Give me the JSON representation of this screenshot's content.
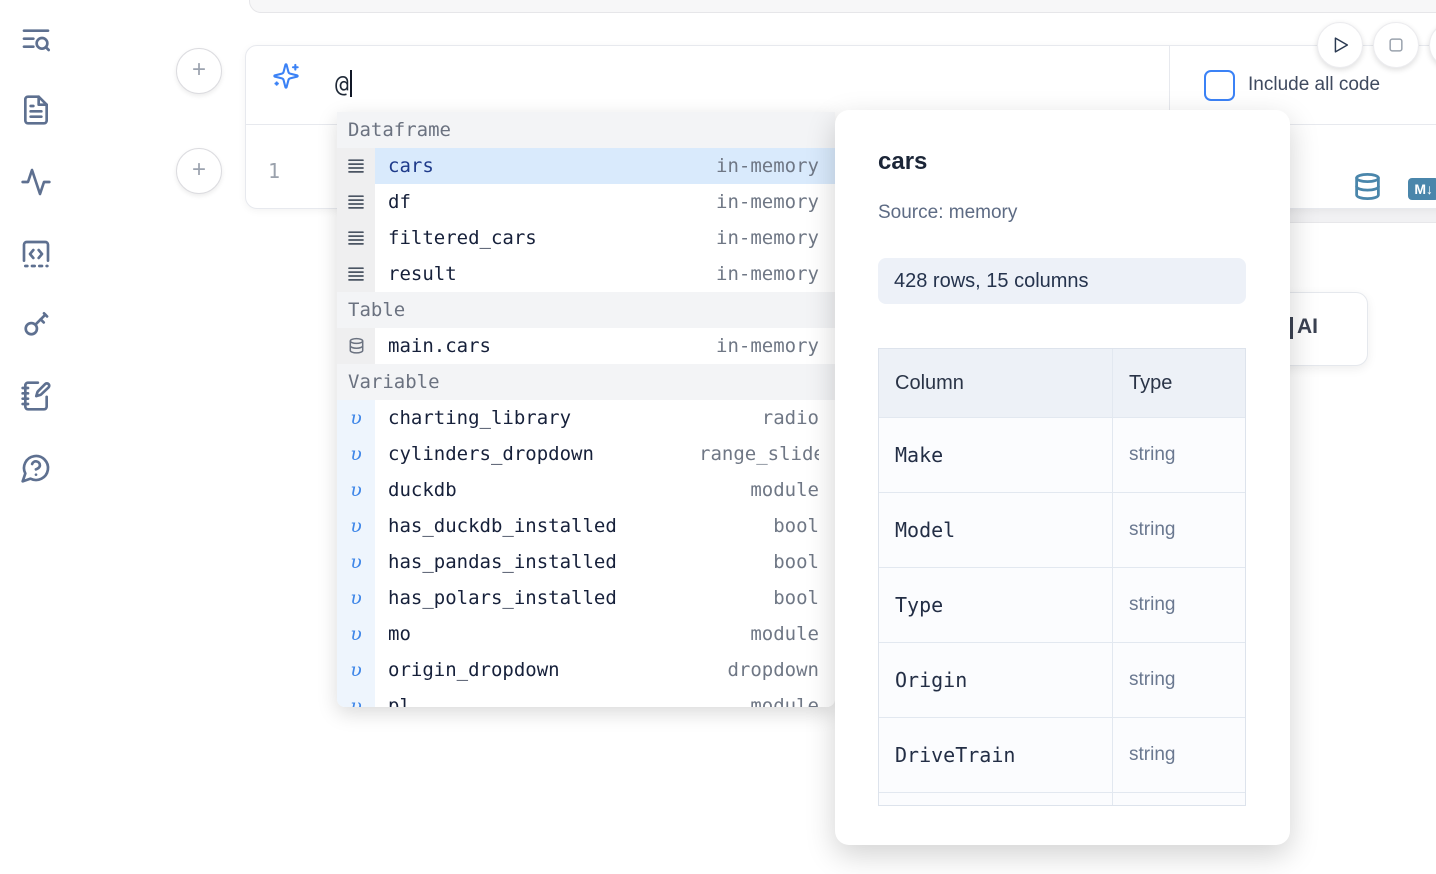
{
  "colors": {
    "accent": "#3b82f6",
    "steel_blue": "#4a86ab",
    "selected_row_bg": "#d9eafc",
    "selected_row_text": "#1e3a8a"
  },
  "sidebar": {
    "icons": [
      "list-search-icon",
      "file-text-icon",
      "activity-icon",
      "code-square-icon",
      "key-icon",
      "notebook-pen-icon",
      "help-circle-icon"
    ]
  },
  "run_controls": {
    "play_icon": "play-icon",
    "stop_icon": "stop-icon"
  },
  "ai_prompt": {
    "value": "@",
    "include_all_code_label": "Include all code",
    "checkbox_checked": false,
    "sparkles_icon": "sparkles-icon"
  },
  "editor_cell": {
    "line_number": "1",
    "markdown_badge": "M↓",
    "action_icons": [
      "database-icon",
      "markdown-icon"
    ]
  },
  "add_cell_buttons": {
    "top": "+",
    "bottom": "+"
  },
  "ai_card": {
    "label": "AI"
  },
  "autocomplete": {
    "sections": [
      {
        "label": "Dataframe",
        "items": [
          {
            "name": "cars",
            "type": "in-memory",
            "selected": true
          },
          {
            "name": "df",
            "type": "in-memory"
          },
          {
            "name": "filtered_cars",
            "type": "in-memory"
          },
          {
            "name": "result",
            "type": "in-memory"
          }
        ]
      },
      {
        "label": "Table",
        "items": [
          {
            "name": "main.cars",
            "type": "in-memory"
          }
        ]
      },
      {
        "label": "Variable",
        "items": [
          {
            "name": "charting_library",
            "type": "radio"
          },
          {
            "name": "cylinders_dropdown",
            "type": "range_slider"
          },
          {
            "name": "duckdb",
            "type": "module"
          },
          {
            "name": "has_duckdb_installed",
            "type": "bool"
          },
          {
            "name": "has_pandas_installed",
            "type": "bool"
          },
          {
            "name": "has_polars_installed",
            "type": "bool"
          },
          {
            "name": "mo",
            "type": "module"
          },
          {
            "name": "origin_dropdown",
            "type": "dropdown"
          },
          {
            "name": "pl",
            "type": "module"
          }
        ]
      }
    ]
  },
  "preview": {
    "title": "cars",
    "source": "Source: memory",
    "shape": "428 rows, 15 columns",
    "table": {
      "headers": [
        "Column",
        "Type"
      ],
      "rows": [
        {
          "column": "Make",
          "type": "string"
        },
        {
          "column": "Model",
          "type": "string"
        },
        {
          "column": "Type",
          "type": "string"
        },
        {
          "column": "Origin",
          "type": "string"
        },
        {
          "column": "DriveTrain",
          "type": "string"
        },
        {
          "column": "",
          "type": ""
        }
      ]
    }
  }
}
